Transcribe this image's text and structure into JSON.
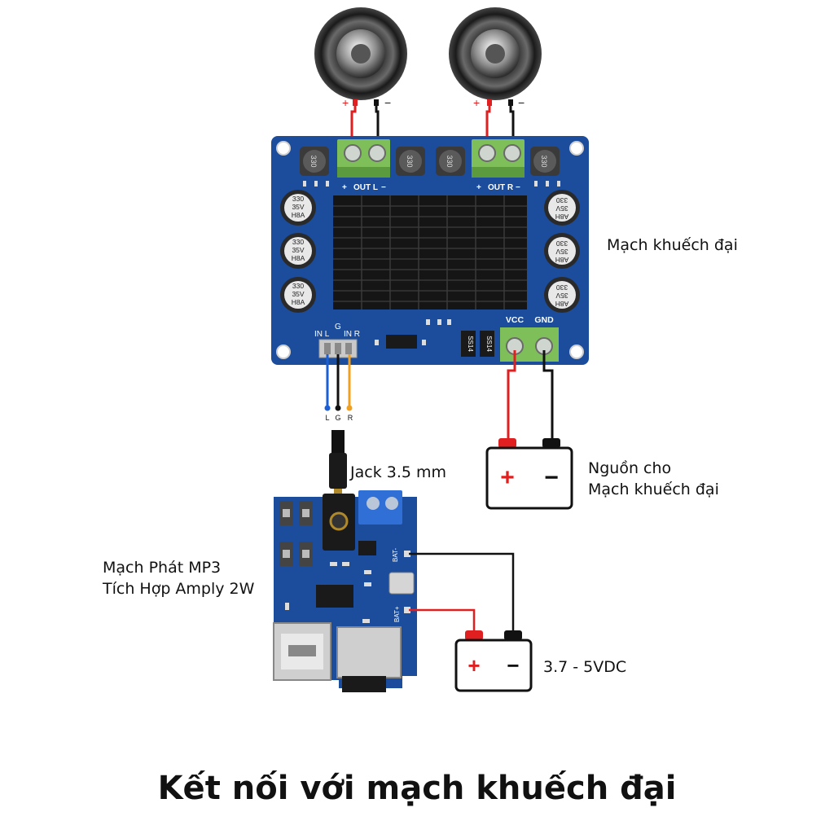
{
  "title": "Kết nối với mạch khuếch đại",
  "labels": {
    "amp": "Mạch khuếch đại",
    "power_amp": [
      "Nguồn cho",
      "Mạch khuếch đại"
    ],
    "jack": "Jack 3.5 mm",
    "mp3": [
      "Mạch Phát MP3",
      "Tích Hợp Amply 2W"
    ],
    "battery_voltage": "3.7 - 5VDC"
  },
  "board": {
    "out_l": "OUT L",
    "out_r": "OUT R",
    "inductor": "330",
    "cap_left": [
      "330",
      "35V",
      "H8A"
    ],
    "cap_right": [
      "330",
      "35V",
      "A8H"
    ],
    "in_l": "IN L",
    "g": "G",
    "in_r": "IN R",
    "vcc": "VCC",
    "gnd": "GND",
    "diode": "SS14"
  },
  "cable": {
    "l": "L",
    "g": "G",
    "r": "R"
  },
  "speaker_terminals": {
    "plus": "+",
    "minus": "−"
  },
  "battery_symbols": {
    "plus": "+",
    "minus": "−"
  },
  "mp3_board": {
    "bat_minus": "BAT-",
    "bat_plus": "BAT+"
  },
  "colors": {
    "board_blue": "#1b4d9c",
    "wire_red": "#e02020",
    "wire_black": "#111111",
    "wire_blue": "#1a5fd6",
    "wire_orange": "#f0a020",
    "terminal_green": "#7fbf5a",
    "heatsink": "#151515"
  }
}
